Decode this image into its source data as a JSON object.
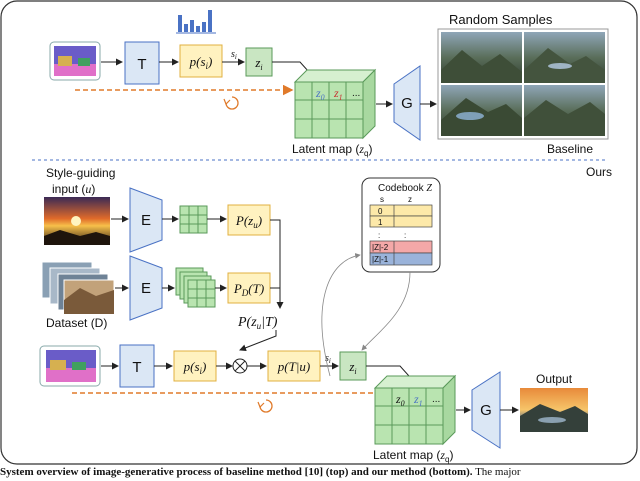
{
  "baseline": {
    "transformer": "T",
    "prob": "p(s",
    "prob_sub": "i",
    "prob_close": ")",
    "sample": "s",
    "sample_sub": "i",
    "token": "z",
    "token_sub": "i",
    "generator": "G",
    "latent_cells": {
      "z0": "z",
      "z0_sub": "0",
      "z1": "z",
      "z1_sub": "1",
      "dots": "..."
    },
    "latent_label": "Latent map (",
    "latent_label_math": "z",
    "latent_label_sub": "q",
    "latent_label_close": ")",
    "random_samples": "Random Samples",
    "tag": "Baseline"
  },
  "ours": {
    "tag": "Ours",
    "style_input_line1": "Style-guiding",
    "style_input_line2": "input (",
    "style_input_var": "u",
    "style_input_close": ")",
    "dataset_label": "Dataset (D)",
    "encoder": "E",
    "pzu": "P(z",
    "pzu_sub": "u",
    "pzu_close": ")",
    "pdt": "P",
    "pdt_sub": "D",
    "pdt_close": "(T)",
    "pzut": "P(z",
    "pzut_sub": "u",
    "pzut_close": "|T)",
    "transformer": "T",
    "prob": "p(s",
    "prob_sub": "i",
    "prob_close": ")",
    "combined": "p(T|u)",
    "sample": "s",
    "sample_sub": "i",
    "token": "z",
    "token_sub": "i",
    "generator": "G",
    "latent_cells": {
      "z0": "z",
      "z0_sub": "0",
      "z1": "z",
      "z1_sub": "1",
      "dots": "..."
    },
    "latent_label": "Latent map (",
    "latent_label_math": "z",
    "latent_label_sub": "q",
    "latent_label_close": ")",
    "output": "Output",
    "codebook": {
      "title": "Codebook ",
      "title_var": "Z",
      "col_s": "s",
      "col_z": "z",
      "rows": [
        "0",
        "1",
        ":",
        "|Z|-2",
        "|Z|-1"
      ]
    }
  },
  "caption": {
    "bold": "System overview of image-generative process of baseline method [10] (top) and our method (bottom).",
    "rest": " The major"
  },
  "colors": {
    "box_blue": "#dbe7f5",
    "box_yellow": "#fff2c0",
    "box_green": "#c9e6c2",
    "codebook_yellow": "#fde9a9",
    "codebook_red": "#f4a8a8",
    "codebook_blue": "#9ab3da",
    "arrow_orange": "#e07a2a",
    "hist_blue": "#4a72c4"
  }
}
